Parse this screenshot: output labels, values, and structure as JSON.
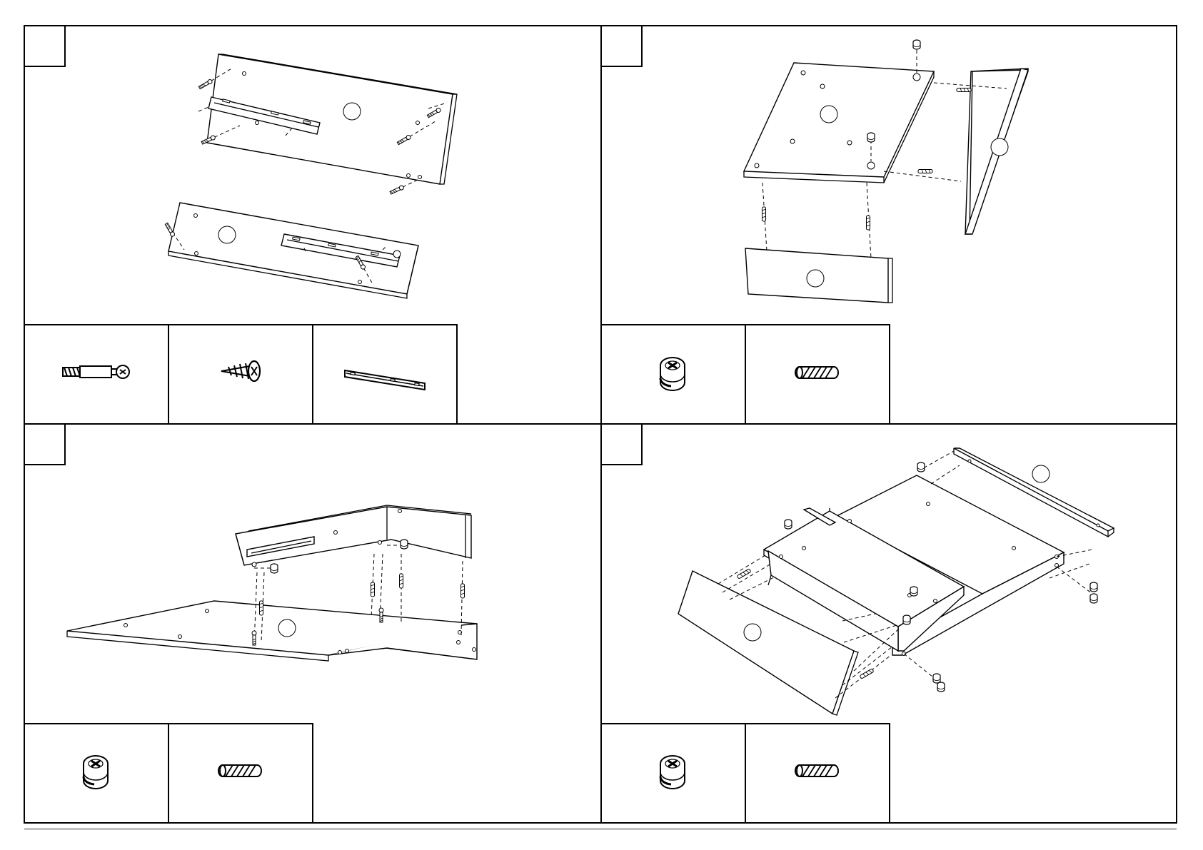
{
  "document": {
    "type": "assembly-instructions",
    "steps": [
      {
        "id": "step-1",
        "step_number": "",
        "parts": [
          {
            "part_label": ""
          },
          {
            "part_label": ""
          }
        ],
        "hardware": [
          {
            "icon": "cam-bolt-icon",
            "qty": ""
          },
          {
            "icon": "screw-icon",
            "qty": ""
          },
          {
            "icon": "drawer-slide-icon",
            "qty": ""
          }
        ]
      },
      {
        "id": "step-2",
        "step_number": "",
        "parts": [
          {
            "part_label": ""
          },
          {
            "part_label": ""
          },
          {
            "part_label": ""
          }
        ],
        "hardware": [
          {
            "icon": "cam-lock-icon",
            "qty": ""
          },
          {
            "icon": "wood-dowel-icon",
            "qty": ""
          }
        ]
      },
      {
        "id": "step-3",
        "step_number": "",
        "parts": [
          {
            "part_label": ""
          }
        ],
        "hardware": [
          {
            "icon": "cam-lock-icon",
            "qty": ""
          },
          {
            "icon": "wood-dowel-icon",
            "qty": ""
          }
        ]
      },
      {
        "id": "step-4",
        "step_number": "",
        "parts": [
          {
            "part_label": ""
          },
          {
            "part_label": ""
          }
        ],
        "hardware": [
          {
            "icon": "cam-lock-icon",
            "qty": ""
          },
          {
            "icon": "wood-dowel-icon",
            "qty": ""
          }
        ]
      }
    ]
  }
}
